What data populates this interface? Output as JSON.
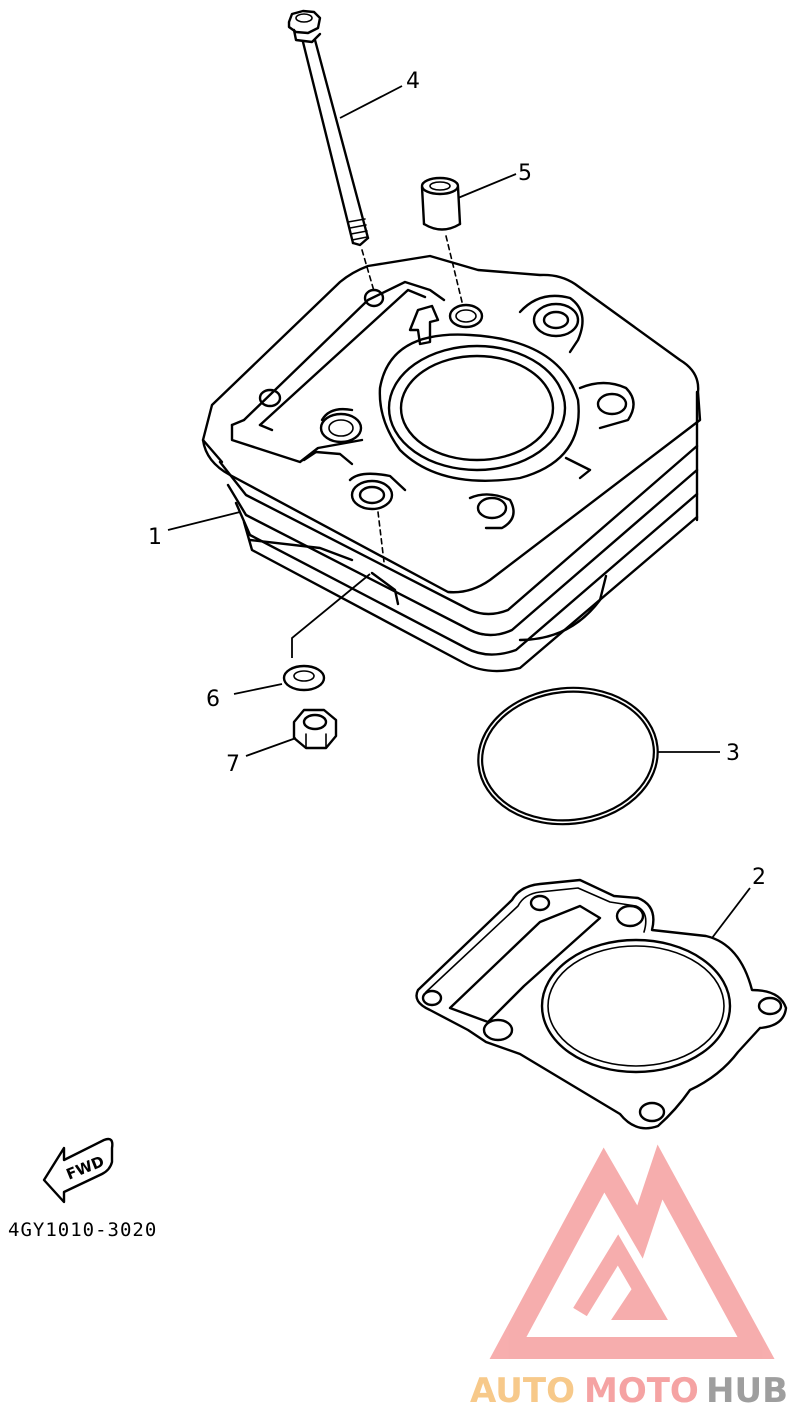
{
  "callouts": {
    "c1": "1",
    "c2": "2",
    "c3": "3",
    "c4": "4",
    "c5": "5",
    "c6": "6",
    "c7": "7"
  },
  "fwd_label": "FWD",
  "part_code": "4GY1010-3020",
  "watermark": {
    "auto": "AUTO",
    "moto": "MOTO",
    "hub": "HUB",
    "colors": {
      "auto": "#f7c98a",
      "moto": "#f5a3a3",
      "hub": "#9e9e9e",
      "logo": "#f6a5a5"
    }
  }
}
